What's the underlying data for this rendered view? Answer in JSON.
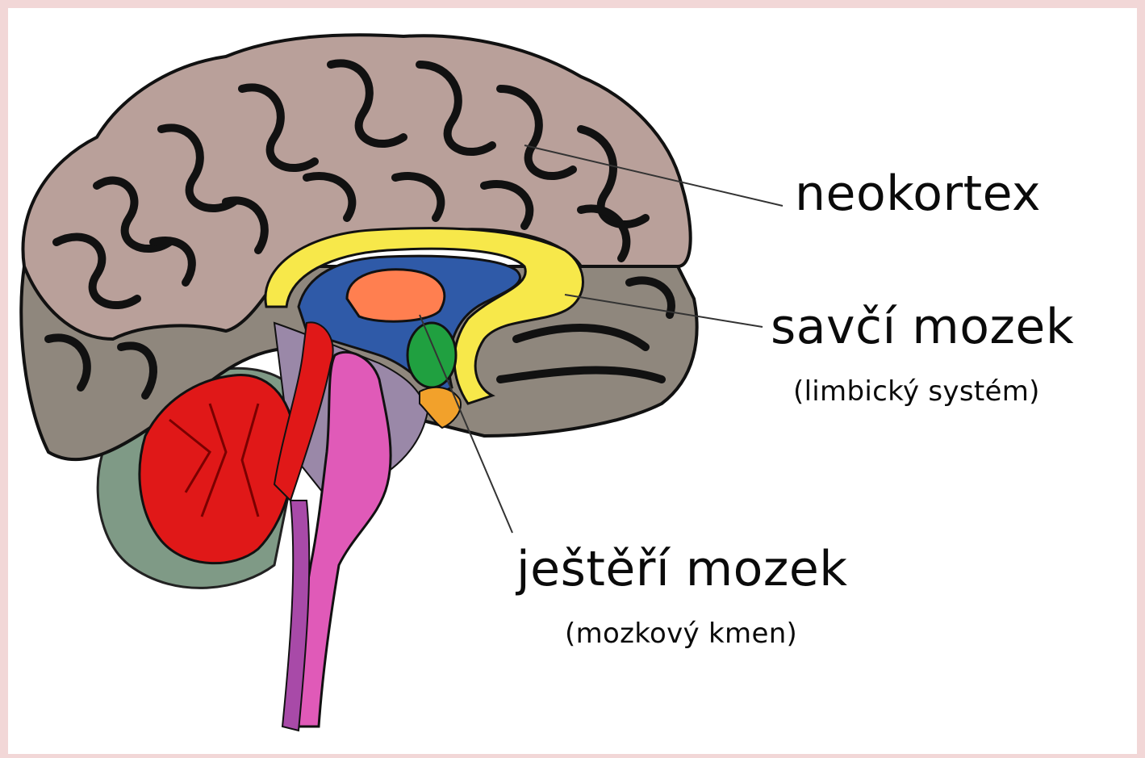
{
  "labels": {
    "neocortex": "neokortex",
    "limbic": "savčí mozek",
    "limbic_sub": "(limbický systém)",
    "reptilian": "ještěří mozek",
    "reptilian_sub": "(mozkový kmen)"
  },
  "colors": {
    "frame": "#f2d7d7",
    "canvas": "#ffffff",
    "cortex_fill": "#b9a09a",
    "cortex_lower": "#8f877d",
    "sulcus": "#111111",
    "corpus_callosum": "#f7e84a",
    "inner_blue": "#2f5aa8",
    "thalamus": "#ff7f50",
    "hypothalamus": "#20a040",
    "pituitary": "#f2a12b",
    "midbrain_purple": "#9a88a8",
    "cerebellum": "#e01818",
    "cerebellum_bg": "#7f9a86",
    "brainstem": "#e05ab8",
    "spinal_cord": "#a84aa8",
    "leader_line": "#333333"
  }
}
